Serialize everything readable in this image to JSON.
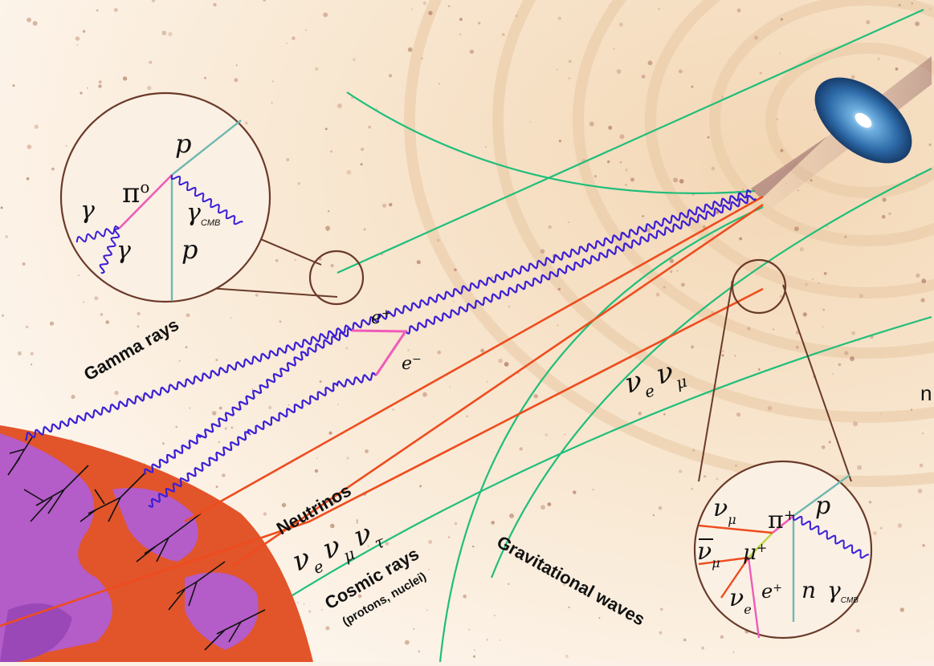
{
  "edge_char": "n",
  "labels": {
    "gamma_rays": "Gamma rays",
    "neutrinos": "Neutrinos",
    "cosmic_rays": "Cosmic rays",
    "cosmic_rays_sub": "(protons, nuclei)",
    "gravitational_waves": "Gravitational waves"
  },
  "neutrino_flavours": {
    "e": "ν",
    "e_sub": "e",
    "mu": "ν",
    "mu_sub": "μ",
    "tau": "ν",
    "tau_sub": "τ"
  },
  "source_neutrinos": {
    "e": "ν",
    "e_sub": "e",
    "mu": "ν",
    "mu_sub": "μ"
  },
  "pair_production": {
    "positron": "e",
    "positron_sup": "+",
    "electron": "e",
    "electron_sup": "−"
  },
  "inset_left": {
    "p_top": "p",
    "pi": "π",
    "pi_sup": "o",
    "gamma1": "γ",
    "gamma2": "γ",
    "gamma_cmb": "γ",
    "gamma_cmb_sub": "CMB",
    "p_bottom": "p"
  },
  "inset_right": {
    "p": "p",
    "pi": "π",
    "pi_sup": "+",
    "nu_mu": "ν",
    "nu_mu_sub": "μ",
    "nu_mu_bar": "ν",
    "nu_mu_bar_sub": "μ",
    "mu": "μ",
    "mu_sup": "+",
    "nu_e": "ν",
    "nu_e_sub": "e",
    "positron": "e",
    "positron_sup": "+",
    "n": "n",
    "gamma_cmb": "γ",
    "gamma_cmb_sub": "CMB"
  },
  "colors": {
    "background": "#fbf1e6",
    "gamma": "#3a1fd6",
    "neutrino": "#ee4c1e",
    "cosmic_ray": "#1fbe7a",
    "pion": "#f05bb8",
    "earth_land": "#b45cc8",
    "earth_ocean": "#e2542a",
    "circle": "#6a3a2a"
  }
}
